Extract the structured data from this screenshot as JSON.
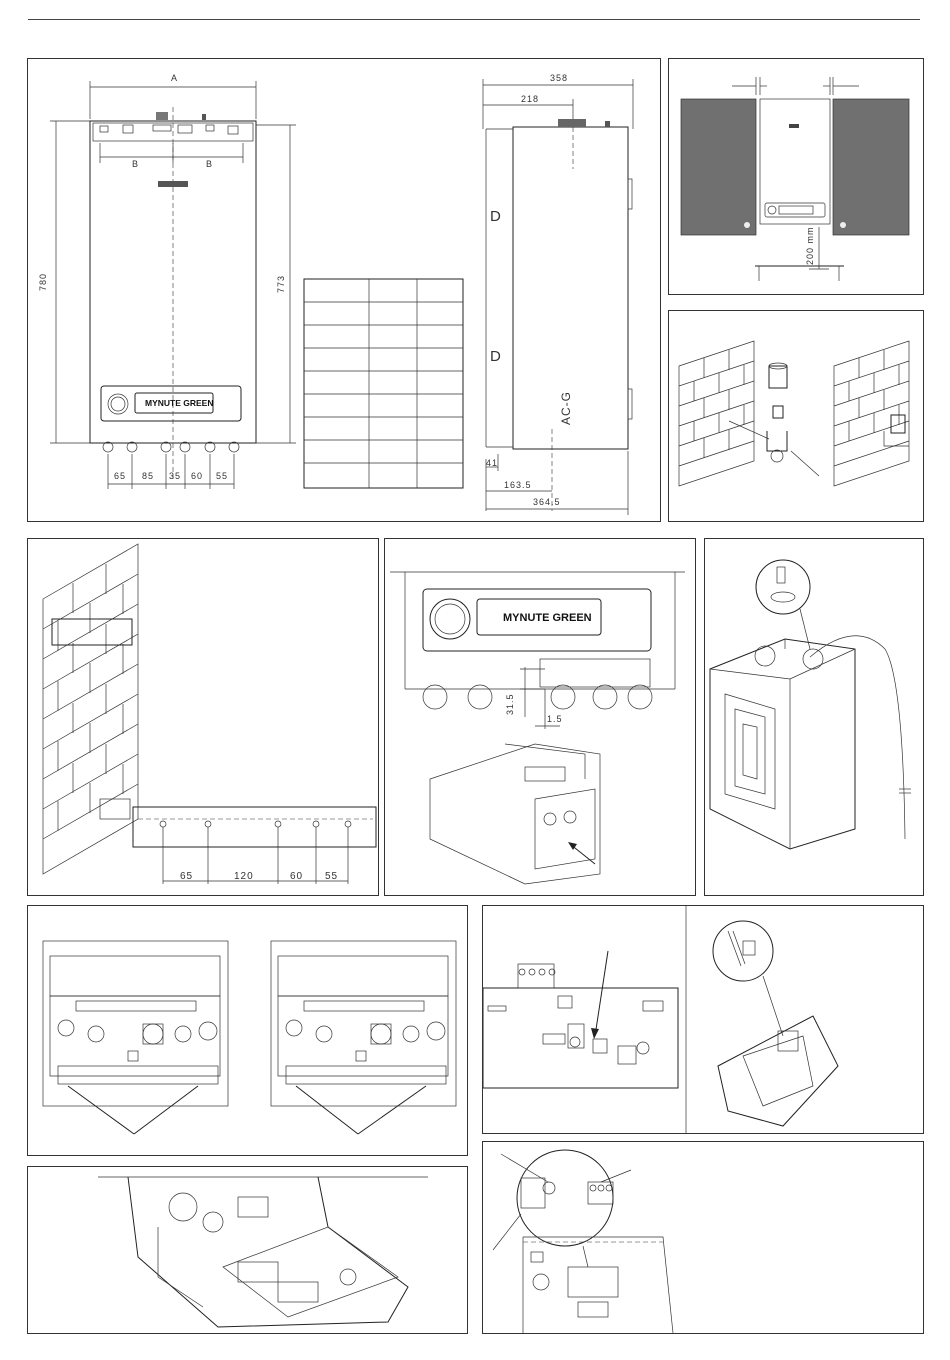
{
  "brand_label": "MYNUTE GREEN",
  "dims_front": {
    "A": "A",
    "B1": "B",
    "B2": "B",
    "h780": "780",
    "h773": "773",
    "c1": "65",
    "c2": "85",
    "c3": "35",
    "c4": "60",
    "c5": "55"
  },
  "dims_side": {
    "w358": "358",
    "w218": "218",
    "d1": "D",
    "d2": "D",
    "acg": "AC-G",
    "d41": "41",
    "d163": "163.5",
    "d364": "364.5"
  },
  "clearance": {
    "c200": "200 mm"
  },
  "template_dims": {
    "t1": "65",
    "t2": "120",
    "t3": "60",
    "t4": "55"
  },
  "detail_dims": {
    "d315": "31.5",
    "d15": "1.5"
  },
  "table_rows": 9,
  "table_cols": 3,
  "colors": {
    "line": "#333333",
    "wall_grey": "#707070"
  }
}
